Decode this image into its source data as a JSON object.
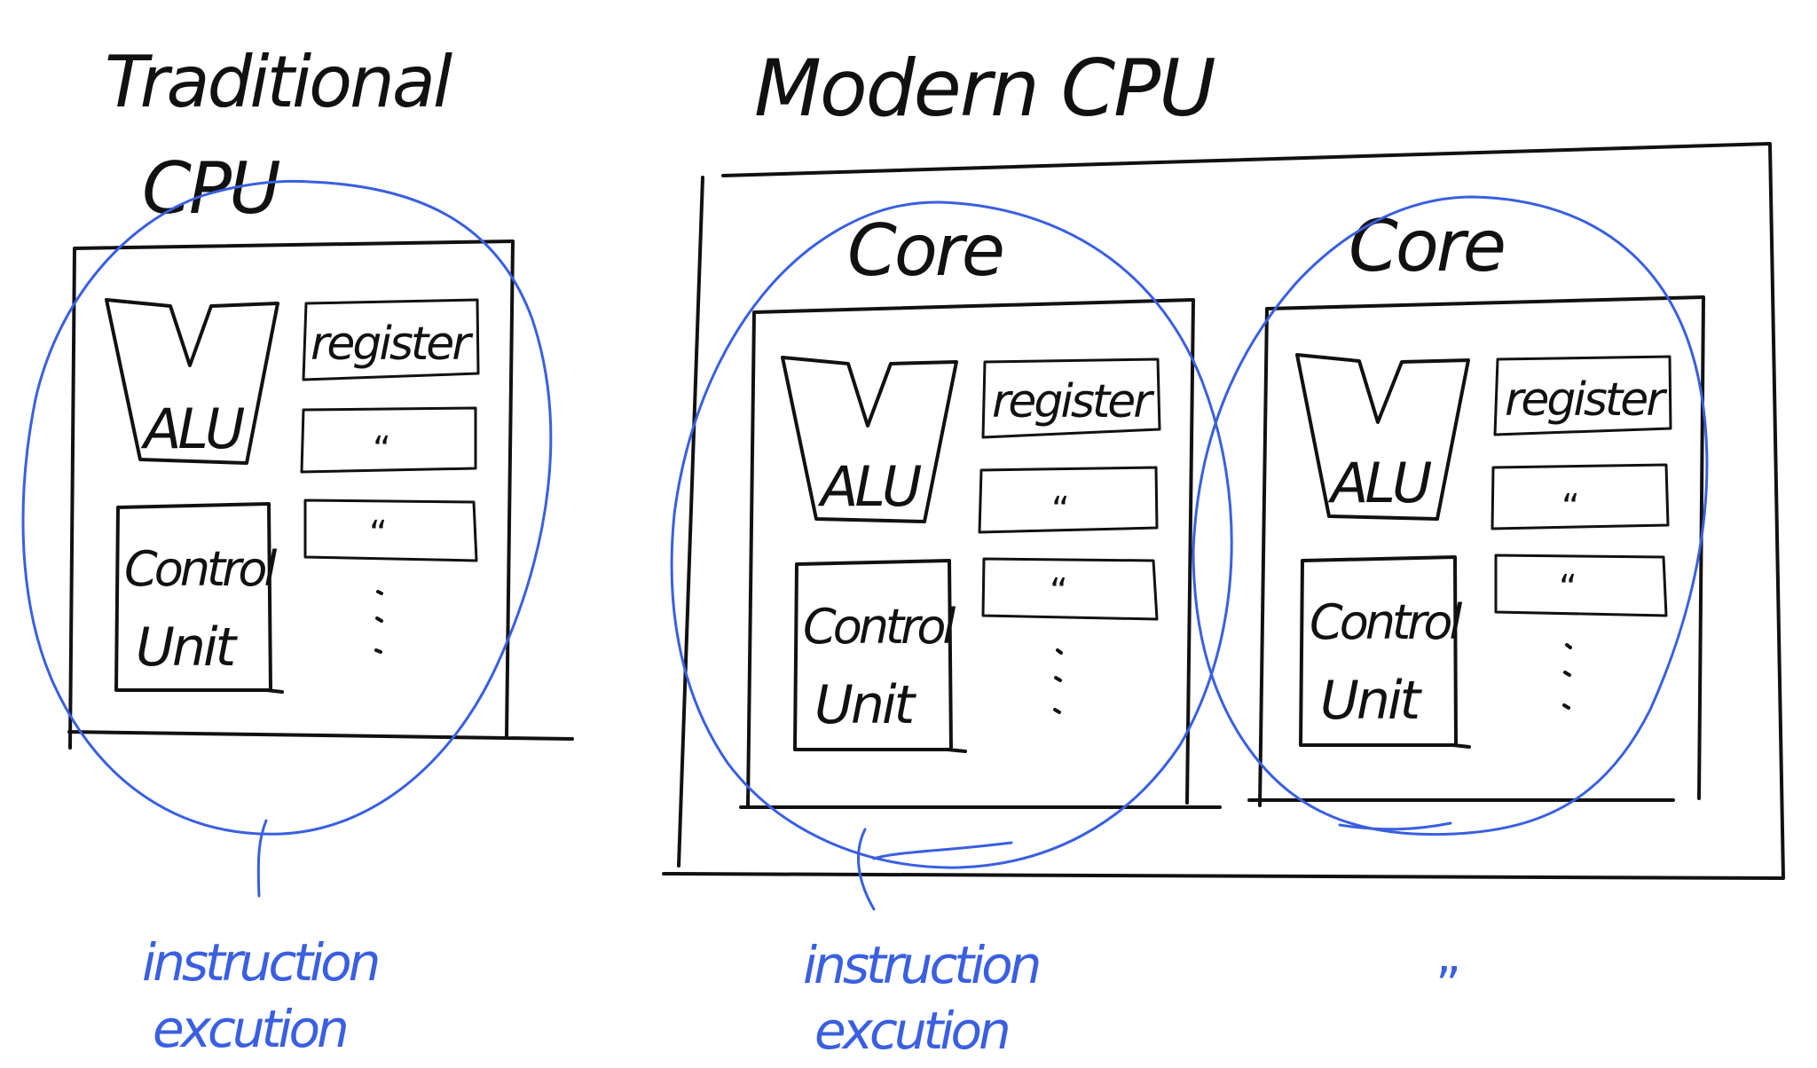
{
  "traditional": {
    "title_line1": "Traditional",
    "title_line2": "CPU",
    "alu": "ALU",
    "register": "register",
    "ditto1": "“",
    "ditto2": "“",
    "control_line1": "Control",
    "control_line2": "Unit",
    "annotation_line1": "instruction",
    "annotation_line2": "excution"
  },
  "modern": {
    "title": "Modern CPU",
    "cores": [
      {
        "label": "Core",
        "alu": "ALU",
        "register": "register",
        "ditto1": "“",
        "ditto2": "“",
        "control_line1": "Control",
        "control_line2": "Unit"
      },
      {
        "label": "Core",
        "alu": "ALU",
        "register": "register",
        "ditto1": "“",
        "ditto2": "“",
        "control_line1": "Control",
        "control_line2": "Unit"
      }
    ],
    "annotation_line1": "instruction",
    "annotation_line2": "excution",
    "annotation_ditto": "”"
  },
  "colors": {
    "ink": "#111111",
    "annotation": "#3a5fe0"
  }
}
